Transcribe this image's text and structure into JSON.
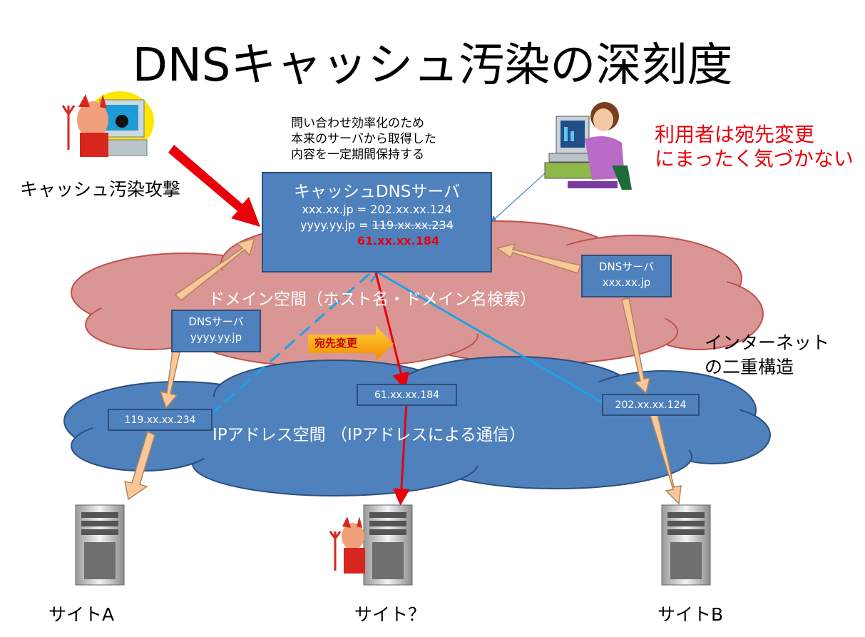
{
  "title": "DNSキャッシュ汚染の深刻度",
  "cache_note": [
    "問い合わせ効率化のため",
    "本来のサーバから取得した",
    "内容を一定期間保持する"
  ],
  "attack_label": "キャッシュ汚染攻撃",
  "user_note": [
    "利用者は宛先変更",
    "にまったく気づかない"
  ],
  "cache_server": {
    "title": "キャッシュDNSサーバ",
    "line1": "xxx.xx.jp   = 202.xx.xx.124",
    "line2_prefix": "yyyy.yy.jp = ",
    "line2_old": "119.xx.xx.234",
    "line3_new": "61.xx.xx.184"
  },
  "domain_space_label": "ドメイン空間（ホスト名・ドメイン名検索）",
  "ip_space_label": "IPアドレス空間 （IPアドレスによる通信）",
  "dns_server_left": {
    "label": "DNSサーバ",
    "domain": "yyyy.yy.jp"
  },
  "dns_server_right": {
    "label": "DNSサーバ",
    "domain": "xxx.xx.jp"
  },
  "redirect_label": "宛先変更",
  "ip_left": "119.xx.xx.234",
  "ip_center": "61.xx.xx.184",
  "ip_right": "202.xx.xx.124",
  "internet_label": [
    "インターネット",
    "の二重構造"
  ],
  "sites": {
    "a": "サイトA",
    "unknown": "サイト？",
    "b": "サイトB"
  },
  "colors": {
    "box_fill": "#4f81bd",
    "domain_cloud": "#d99694",
    "ip_cloud": "#4f81bd",
    "attack_red": "#e8000b",
    "arrow_tan": "#f9c79a",
    "line_blue": "#1aa3e8"
  }
}
